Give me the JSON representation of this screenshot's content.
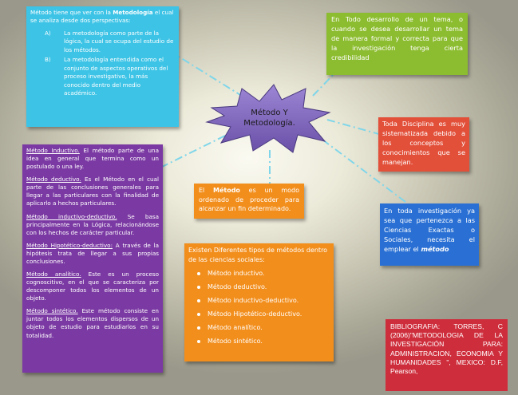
{
  "center": {
    "line1": "Método Y",
    "line2": "Metodología."
  },
  "cyan_box": {
    "intro_pre": "Método tiene que ver con la",
    "intro_bold": "Metodología",
    "intro_post": "el cual se analiza desde dos perspectivas:",
    "items": [
      {
        "label": "A)",
        "text": "La metodología como parte de la lógica, la cual se ocupa del estudio de los métodos."
      },
      {
        "label": "B)",
        "text": "La metodología entendida como el conjunto de aspectos operativos del proceso investigativo, la más conocido dentro del medio académico."
      }
    ]
  },
  "green_box": {
    "text": "En Todo desarrollo de un tema, o cuando se desea desarrollar un tema de manera formal y correcta para que la investigación tenga cierta credibilidad"
  },
  "red_box": {
    "text": "Toda Disciplina es muy sistematizada debido a los conceptos y conocimientos que se manejan."
  },
  "blue_box": {
    "text_pre": "En toda investigación ya sea que pertenezca a las Ciencias Exactas o Sociales, necesita el emplear el",
    "text_em": "método"
  },
  "purple_box": {
    "items": [
      {
        "term": "Método Inductivo.",
        "text": " El método parte de una idea en general que termina como un postulado o una ley."
      },
      {
        "term": "Método deductivo.",
        "text": " Es el Método en el cual parte de las conclusiones generales para llegar a las particulares con la finalidad de aplicarlo a hechos particulares."
      },
      {
        "term": "Método inductivo-deductivo.",
        "text": "  Se basa principalmente en la Lógica, relacionándose con los hechos de carácter particular."
      },
      {
        "term": "Método Hipotético-deductivo:",
        "text": " A través de la hipótesis trata de llegar a sus propias conclusiones."
      },
      {
        "term": "Método analítico.",
        "text": " Este es un proceso cognoscitivo, en el que se caracteriza por descomponer todos los elementos de un objeto."
      },
      {
        "term": "Método sintético.",
        "text": " Este método consiste en juntar todos los elementos dispersos de un objeto de estudio para estudiarlos en su totalidad."
      }
    ]
  },
  "orange_def": {
    "pre": "El",
    "bold": "Método",
    "post": "es un modo ordenado de proceder para alcanzar un fin determinado."
  },
  "orange_types": {
    "intro": "Existen Diferentes tipos de métodos dentro de las ciencias sociales:",
    "items": [
      "Método inductivo.",
      "Método deductivo.",
      "Método inductivo-deductivo.",
      "Método Hipotético-deductivo.",
      "Método analítico.",
      "Método sintético."
    ]
  },
  "bibliography": {
    "text": "BIBLIOGRAFIA: TORRES, C (2006)\"METODOLOGIA DE LA INVESTIGACIÓN PARA: ADMINISTRACION, ECONOMIA Y HUMANIDADES \", MEXICO: D.F, Pearson,"
  },
  "colors": {
    "cyan": "#3cc3e6",
    "green": "#8cbc2f",
    "red": "#e2503a",
    "blue": "#2a70d4",
    "purple": "#7b3aa3",
    "orange": "#f28e1c",
    "biblio": "#ce2e3c",
    "star": "#7a62b5",
    "connector": "#7fd6ea"
  }
}
